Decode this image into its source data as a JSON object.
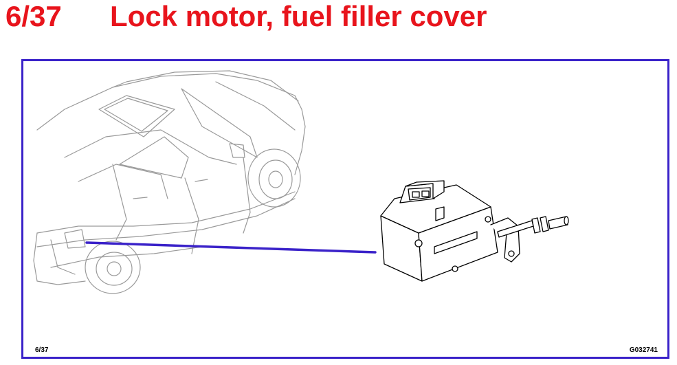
{
  "header": {
    "page_number": "6/37",
    "title": "Lock motor, fuel filler cover"
  },
  "figure": {
    "footer_left": "6/37",
    "footer_right": "G032741"
  },
  "colors": {
    "title": "#e8141c",
    "frame": "#3a22c9",
    "leader_line": "#3a22c9",
    "car_lines": "#9a9a9a",
    "part_lines": "#000000"
  },
  "icons": [
    "car-illustration",
    "lock-motor-illustration"
  ]
}
